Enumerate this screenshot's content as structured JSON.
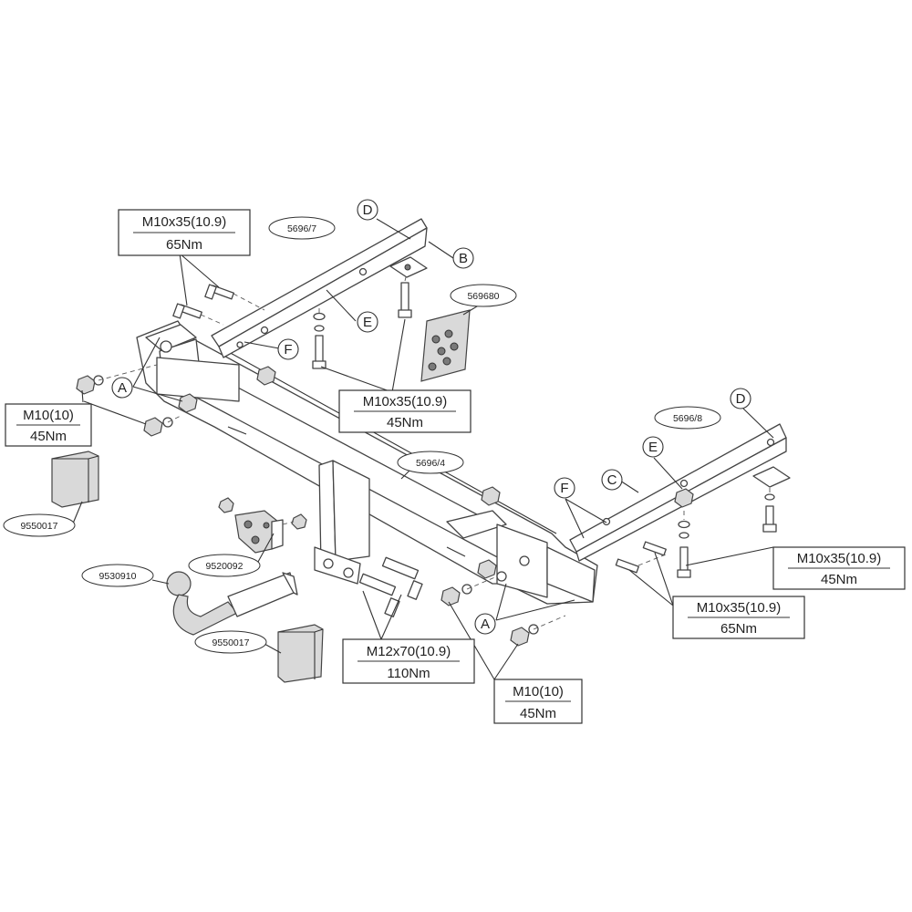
{
  "spec_boxes": {
    "top_left_bolt": {
      "size": "M10x35(10.9)",
      "torque": "65Nm"
    },
    "center_bolt": {
      "size": "M10x35(10.9)",
      "torque": "45Nm"
    },
    "left_nut": {
      "size": "M10(10)",
      "torque": "45Nm"
    },
    "right_upper_bolt": {
      "size": "M10x35(10.9)",
      "torque": "45Nm"
    },
    "right_lower_bolt": {
      "size": "M10x35(10.9)",
      "torque": "65Nm"
    },
    "center_big_bolt": {
      "size": "M12x70(10.9)",
      "torque": "110Nm"
    },
    "bottom_nut": {
      "size": "M10(10)",
      "torque": "45Nm"
    }
  },
  "part_codes": {
    "left_bracket": "5696/7",
    "plate_kit": "569680",
    "right_bracket": "5696/8",
    "crossbar": "5696/4",
    "socket_plate": "9520092",
    "tow_ball": "9530910",
    "ecu_left": "9550017",
    "ecu_bottom": "9550017"
  },
  "letters": {
    "d_left": "D",
    "b": "B",
    "e_left": "E",
    "f_left": "F",
    "a_left": "A",
    "d_right": "D",
    "e_right": "E",
    "c": "C",
    "f_right": "F",
    "a_bottom": "A"
  }
}
